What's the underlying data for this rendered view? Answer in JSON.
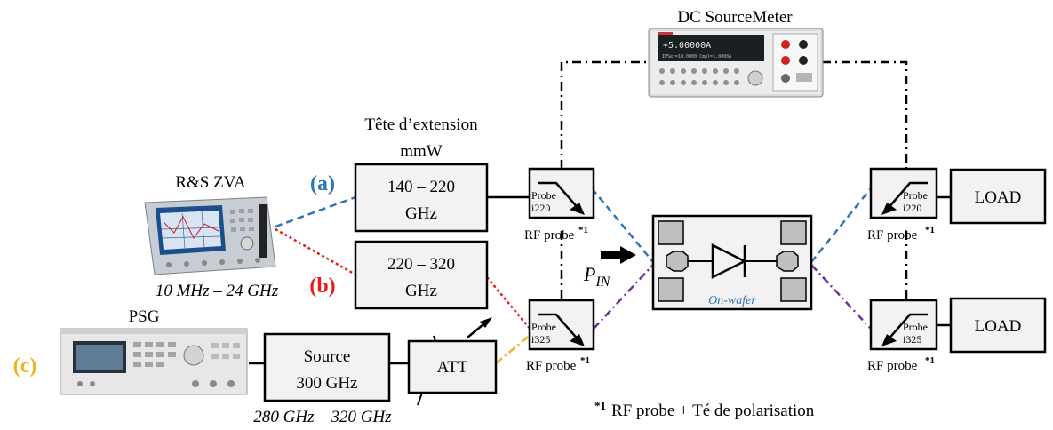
{
  "instruments": {
    "dc_sourcemeter": {
      "label": "DC SourceMeter",
      "display_main": "+5.00000A",
      "display_sub": "IPSet=10.0000 Cmpl=1.0000A"
    },
    "vna": {
      "label": "R&S ZVA",
      "range": "10 MHz – 24 GHz"
    },
    "psg": {
      "label": "PSG",
      "range": "280 GHz – 320 GHz"
    }
  },
  "extension_head": {
    "title_line1": "Tête d’extension",
    "title_line2": "mmW"
  },
  "paths": {
    "a": "(a)",
    "b": "(b)",
    "c": "(c)"
  },
  "boxes": {
    "band_a_line1": "140 – 220",
    "band_a_line2": "GHz",
    "band_b_line1": "220 – 320",
    "band_b_line2": "GHz",
    "source_line1": "Source",
    "source_line2": "300 GHz",
    "att": "ATT",
    "load_top": "LOAD",
    "load_bottom": "LOAD"
  },
  "probes": {
    "probe_word": "Probe",
    "tl_model": "i220",
    "bl_model": "i325",
    "tr_model": "i220",
    "br_model": "i325",
    "rf_label": "RF probe",
    "footnote_mark": "*1"
  },
  "dut": {
    "label": "On-wafer"
  },
  "pin": {
    "symbol": "P",
    "subscript": "IN"
  },
  "footnote": {
    "mark": "*1",
    "text": "RF probe + Té de polarisation"
  },
  "colors": {
    "path_a": "#2e75b6",
    "path_b": "#e81c1c",
    "path_c": "#f0b323",
    "path_b_right": "#7030a0",
    "box_fill": "#f2f2f2",
    "pad_fill": "#bfbfbf"
  }
}
